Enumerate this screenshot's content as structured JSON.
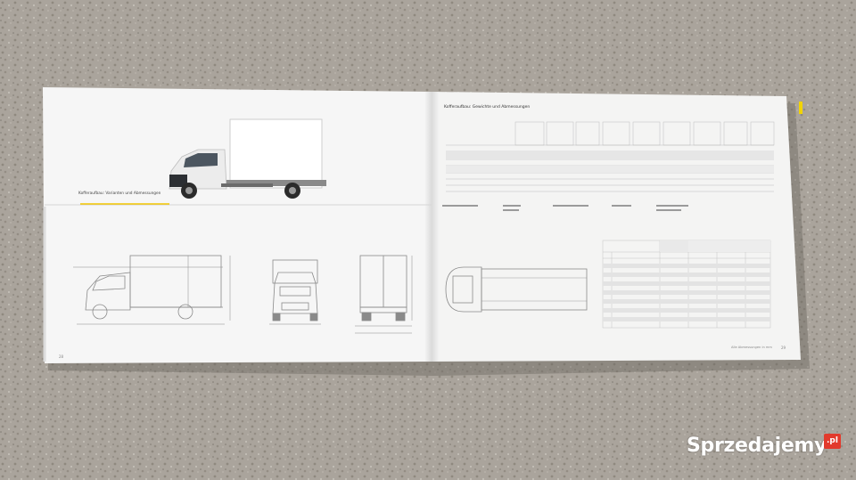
{
  "left_page": {
    "caption": "Koffer­aufbau: Varianten und Abmessungen",
    "page_number": "28"
  },
  "right_page": {
    "heading": "Koffer­aufbau: Gewichte und Abmessungen",
    "page_number": "29",
    "footer": "Alle Abmessungen in mm"
  },
  "watermark": {
    "brand": "Sprzedajemy",
    "tld": ".pl"
  }
}
